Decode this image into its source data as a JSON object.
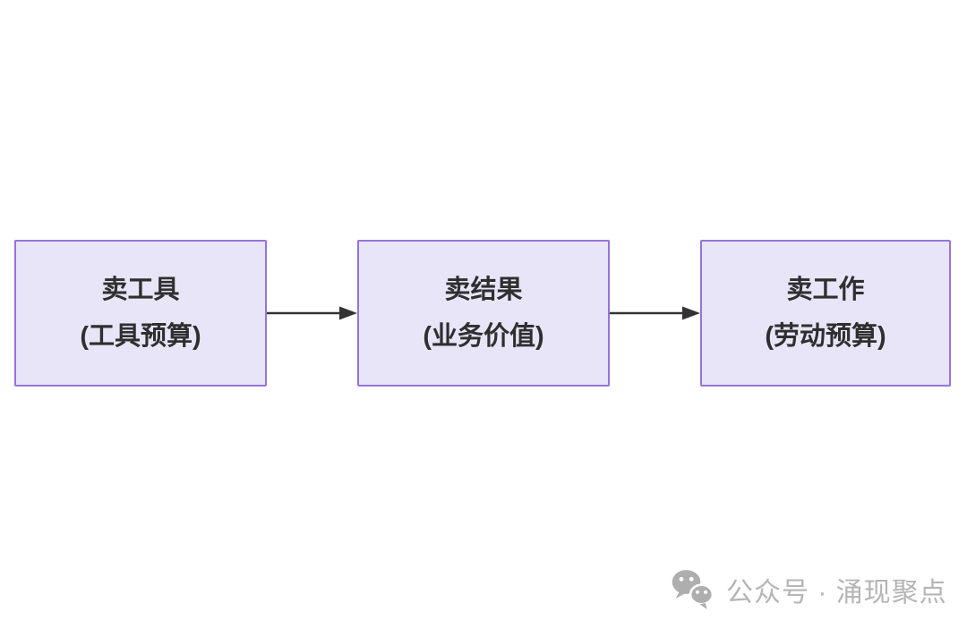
{
  "diagram": {
    "nodes": [
      {
        "title": "卖工具",
        "subtitle": "(工具预算)"
      },
      {
        "title": "卖结果",
        "subtitle": "(业务价值)"
      },
      {
        "title": "卖工作",
        "subtitle": "(劳动预算)"
      }
    ],
    "arrows": [
      {
        "from": "卖工具",
        "to": "卖结果"
      },
      {
        "from": "卖结果",
        "to": "卖工作"
      }
    ],
    "colors": {
      "node_fill": "#e9e5f9",
      "node_border": "#9673db",
      "arrow": "#333333",
      "text": "#2f2f2f",
      "watermark": "#b5b5b5"
    }
  },
  "watermark": {
    "icon": "wechat-icon",
    "label": "公众号 · 涌现聚点"
  }
}
